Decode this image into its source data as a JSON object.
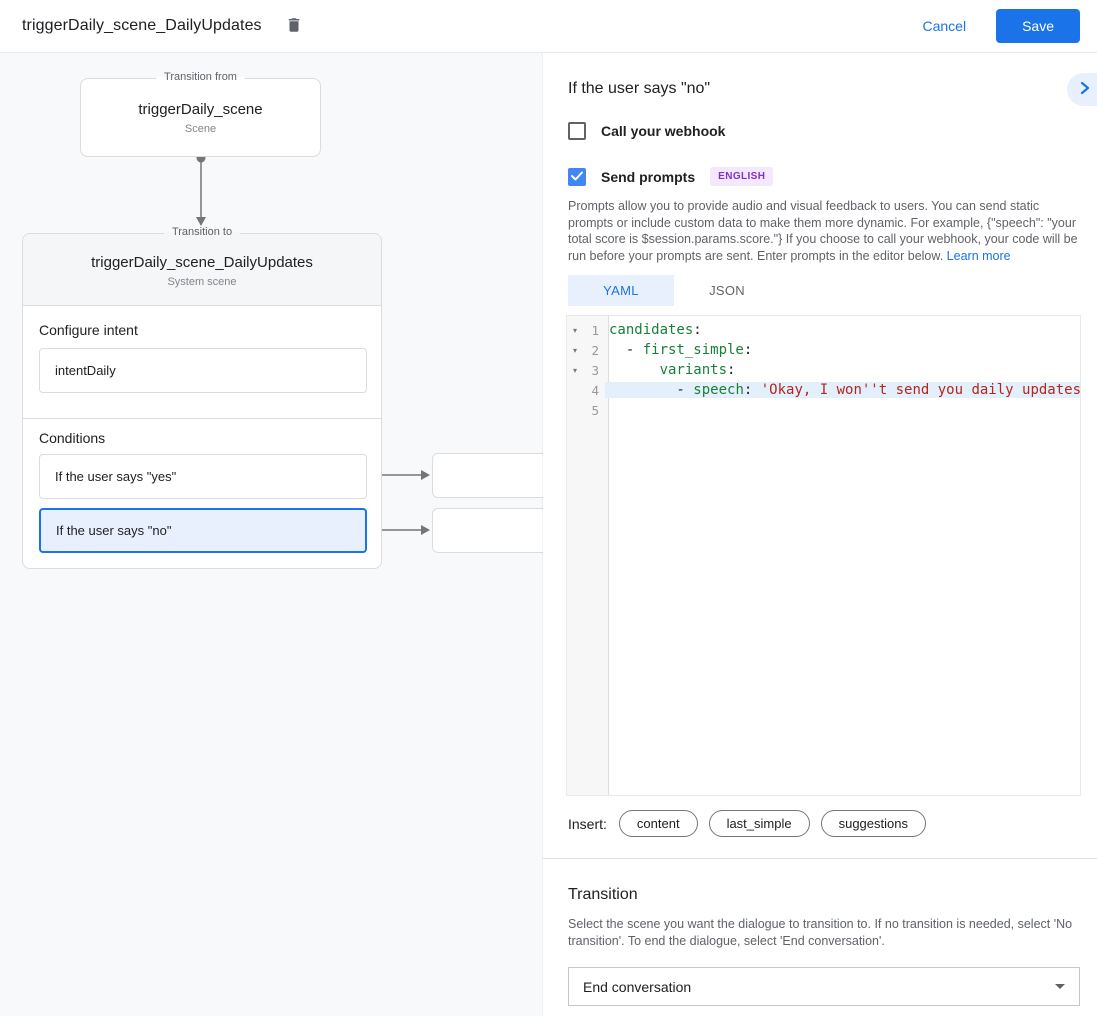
{
  "topbar": {
    "title": "triggerDaily_scene_DailyUpdates",
    "cancel": "Cancel",
    "save": "Save"
  },
  "diagram": {
    "from_label": "Transition from",
    "from_title": "triggerDaily_scene",
    "from_subtitle": "Scene",
    "to_label": "Transition to",
    "to_title": "triggerDaily_scene_DailyUpdates",
    "to_subtitle": "System scene",
    "intent_heading": "Configure intent",
    "intent_value": "intentDaily",
    "conditions_heading": "Conditions",
    "condition_yes": "If the user says \"yes\"",
    "condition_no": "If the user says \"no\""
  },
  "panel": {
    "title": "If the user says \"no\"",
    "webhook_label": "Call your webhook",
    "prompts_label": "Send prompts",
    "language_badge": "ENGLISH",
    "description": "Prompts allow you to provide audio and visual feedback to users. You can send static prompts or include custom data to make them more dynamic. For example, {\"speech\": \"your total score is $session.params.score.\"} If you choose to call your webhook, your code will be run before your prompts are sent. Enter prompts in the editor below. ",
    "learn_more": "Learn more",
    "tabs": {
      "yaml": "YAML",
      "json": "JSON"
    },
    "insert_label": "Insert:",
    "insert_chips": [
      "content",
      "last_simple",
      "suggestions"
    ]
  },
  "editor": {
    "lines": [
      {
        "num": "1",
        "fold": "▾",
        "pre": "",
        "key": "candidates",
        "sep": ":",
        "str": ""
      },
      {
        "num": "2",
        "fold": "▾",
        "pre": "  - ",
        "key": "first_simple",
        "sep": ":",
        "str": ""
      },
      {
        "num": "3",
        "fold": "▾",
        "pre": "      ",
        "key": "variants",
        "sep": ":",
        "str": ""
      },
      {
        "num": "4",
        "fold": "",
        "pre": "        - ",
        "key": "speech",
        "sep": ": ",
        "str": "'Okay, I won''t send you daily updates.'"
      },
      {
        "num": "5",
        "fold": "",
        "pre": "",
        "key": "",
        "sep": "",
        "str": ""
      }
    ]
  },
  "transition": {
    "heading": "Transition",
    "description": "Select the scene you want the dialogue to transition to. If no transition is needed, select 'No transition'. To end the dialogue, select 'End conversation'.",
    "select_value": "End conversation"
  },
  "colors": {
    "accent": "#1a73e8",
    "selected_condition_bg": "#e8f0fe",
    "checkbox_checked": "#4285f4",
    "badge_text": "#8430ce",
    "badge_bg": "#f3e8fd",
    "code_key": "#188038",
    "code_string": "#b3261e",
    "active_line_bg": "#e3effb",
    "canvas_bg": "#f8f9fa"
  }
}
